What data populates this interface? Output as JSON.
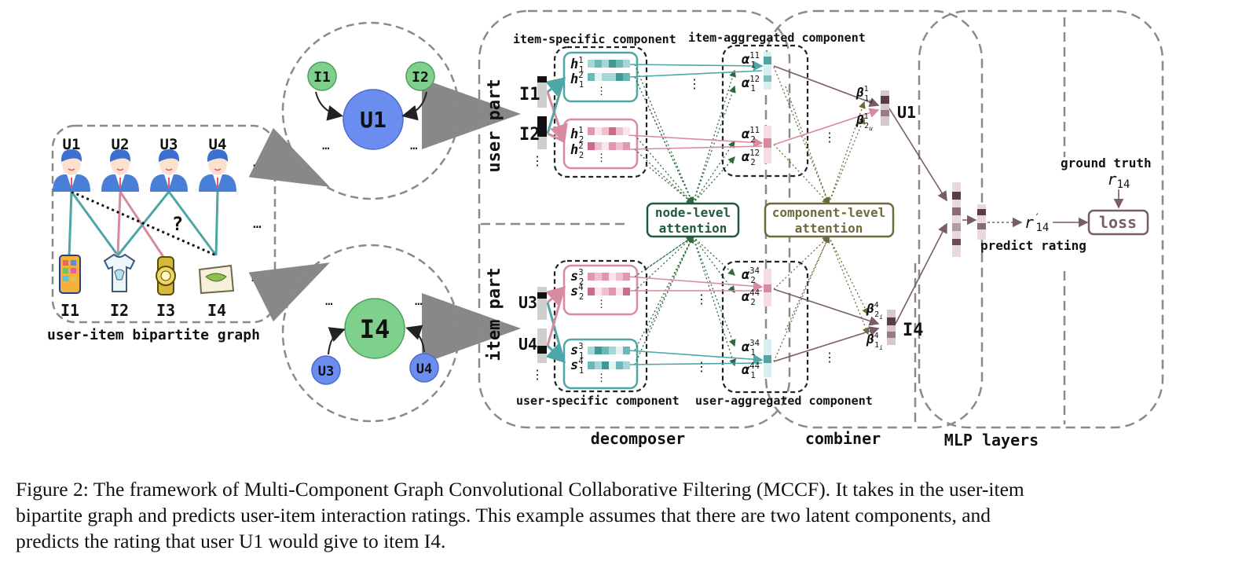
{
  "bipartite": {
    "users": [
      "U1",
      "U2",
      "U3",
      "U4"
    ],
    "items": [
      "I1",
      "I2",
      "I3",
      "I4"
    ],
    "more": "…",
    "question": "?",
    "title": "user-item bipartite graph"
  },
  "neighborhoods": {
    "user_center": "U1",
    "user_neighbors": [
      "I1",
      "I2"
    ],
    "item_center": "I4",
    "item_neighbors": [
      "U3",
      "U4"
    ],
    "more": "…"
  },
  "parts": {
    "user": "user part",
    "item": "item part"
  },
  "components": {
    "item_specific": "item-specific component",
    "item_aggregated": "item-aggregated component",
    "user_specific": "user-specific component",
    "user_aggregated": "user-aggregated component"
  },
  "attention": {
    "node": [
      "node-level",
      "attention"
    ],
    "component": [
      "component-level",
      "attention"
    ]
  },
  "inputs": {
    "user_side": [
      "I1",
      "I2"
    ],
    "item_side": [
      "U3",
      "U4"
    ]
  },
  "math": {
    "h": [
      [
        "h",
        "1",
        "1"
      ],
      [
        "h",
        "2",
        "1"
      ],
      [
        "h",
        "1",
        "2"
      ],
      [
        "h",
        "2",
        "2"
      ]
    ],
    "s": [
      [
        "s",
        "3",
        "2"
      ],
      [
        "s",
        "4",
        "2"
      ],
      [
        "s",
        "3",
        "1"
      ],
      [
        "s",
        "4",
        "1"
      ]
    ],
    "alpha_user": [
      [
        "α",
        "11",
        "1"
      ],
      [
        "α",
        "12",
        "1"
      ],
      [
        "α",
        "11",
        "2"
      ],
      [
        "α",
        "12",
        "2"
      ]
    ],
    "alpha_item": [
      [
        "α",
        "34",
        "2"
      ],
      [
        "α",
        "44",
        "2"
      ],
      [
        "α",
        "34",
        "1"
      ],
      [
        "α",
        "44",
        "1"
      ]
    ],
    "beta_user": [
      [
        "β",
        "1",
        "1",
        "u"
      ],
      [
        "β",
        "1",
        "2",
        "u"
      ]
    ],
    "beta_item": [
      [
        "β",
        "4",
        "2",
        "i"
      ],
      [
        "β",
        "4",
        "1",
        "i"
      ]
    ],
    "out_user": "U1",
    "out_item": "I4"
  },
  "output": {
    "ground_truth": "ground truth",
    "r_true": [
      "r",
      "14"
    ],
    "r_pred": [
      "r",
      "′",
      "14"
    ],
    "loss": "loss",
    "predict_rating": "predict rating"
  },
  "stages": {
    "decomposer": "decomposer",
    "combiner": "combiner",
    "mlp": "MLP layers"
  },
  "caption": {
    "lines": [
      "Figure 2: The framework of Multi-Component Graph Convolutional Collaborative Filtering (MCCF). It takes in the user-item",
      "bipartite graph and predicts user-item interaction ratings. This example assumes that there are two latent components, and",
      "predicts the rating that user U1 would give to item I4."
    ]
  },
  "colors": {
    "teal": "#4ea6a6",
    "pink": "#d98a9e",
    "node_attention": "#1f5a3c",
    "component_attention": "#6e6a3c",
    "user_circle": "#6b8df0",
    "item_circle": "#7fd08c",
    "mauve": "#7a5c66",
    "dash": "#8a8a8a"
  }
}
